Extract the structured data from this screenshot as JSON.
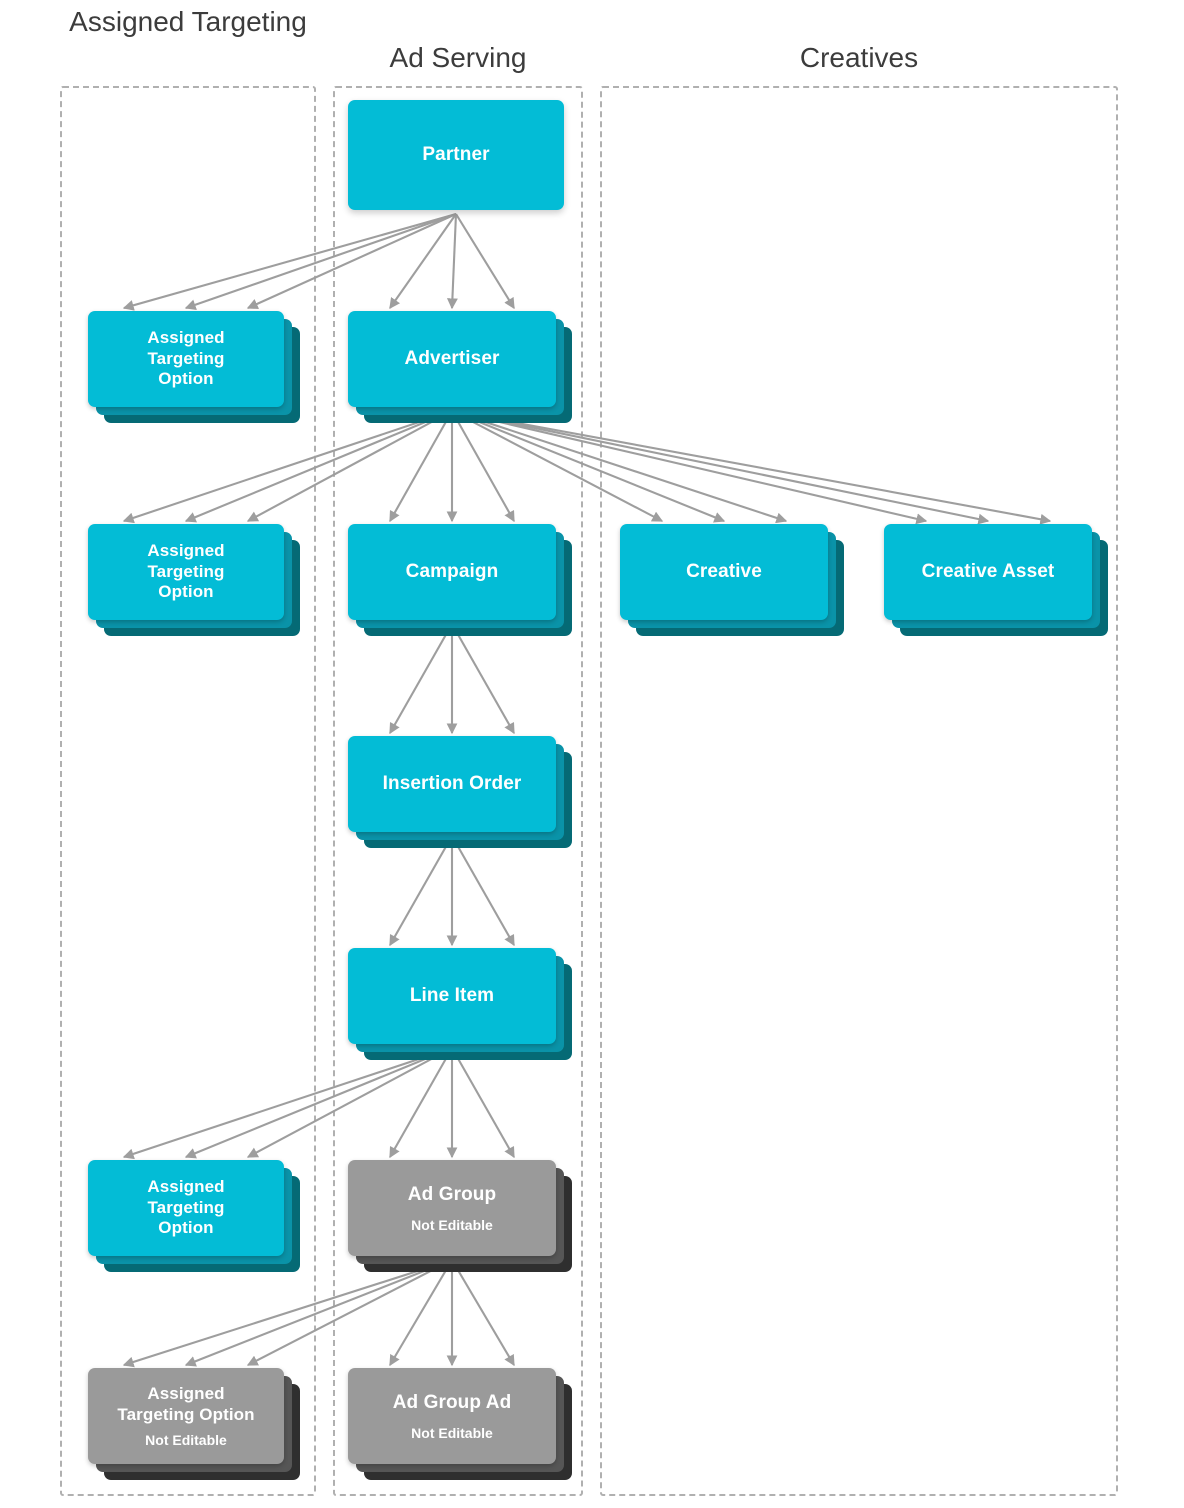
{
  "diagram": {
    "title_columns": [
      {
        "id": "assigned-targeting",
        "label": "Assigned\nTargeting"
      },
      {
        "id": "ad-serving",
        "label": "Ad Serving"
      },
      {
        "id": "creatives",
        "label": "Creatives"
      }
    ],
    "colors": {
      "node_cyan": "#03bcd6",
      "node_cyan_mid": "#0a93a8",
      "node_cyan_back": "#056a75",
      "node_gray": "#9a9a9a",
      "node_gray_mid": "#565656",
      "node_gray_back": "#2f2f2f",
      "edge": "#9e9e9e",
      "lane_border": "#b0b0b0",
      "header_text": "#3c3c3c",
      "node_text": "#ffffff"
    },
    "not_editable_label": "Not Editable",
    "nodes": [
      {
        "id": "partner",
        "title": "Partner",
        "subtitle": "",
        "style": "cyan",
        "stacked": false,
        "column": "ad-serving"
      },
      {
        "id": "ato-partner",
        "title": "Assigned\nTargeting\nOption",
        "subtitle": "",
        "style": "cyan",
        "stacked": true,
        "column": "assigned-targeting"
      },
      {
        "id": "advertiser",
        "title": "Advertiser",
        "subtitle": "",
        "style": "cyan",
        "stacked": true,
        "column": "ad-serving"
      },
      {
        "id": "ato-advertiser",
        "title": "Assigned\nTargeting\nOption",
        "subtitle": "",
        "style": "cyan",
        "stacked": true,
        "column": "assigned-targeting"
      },
      {
        "id": "campaign",
        "title": "Campaign",
        "subtitle": "",
        "style": "cyan",
        "stacked": true,
        "column": "ad-serving"
      },
      {
        "id": "creative",
        "title": "Creative",
        "subtitle": "",
        "style": "cyan",
        "stacked": true,
        "column": "creatives"
      },
      {
        "id": "creative-asset",
        "title": "Creative Asset",
        "subtitle": "",
        "style": "cyan",
        "stacked": true,
        "column": "creatives"
      },
      {
        "id": "insertion-order",
        "title": "Insertion Order",
        "subtitle": "",
        "style": "cyan",
        "stacked": true,
        "column": "ad-serving"
      },
      {
        "id": "line-item",
        "title": "Line Item",
        "subtitle": "",
        "style": "cyan",
        "stacked": true,
        "column": "ad-serving"
      },
      {
        "id": "ato-line-item",
        "title": "Assigned\nTargeting\nOption",
        "subtitle": "",
        "style": "cyan",
        "stacked": true,
        "column": "assigned-targeting"
      },
      {
        "id": "ad-group",
        "title": "Ad Group",
        "subtitle": "Not Editable",
        "style": "gray",
        "stacked": true,
        "column": "ad-serving"
      },
      {
        "id": "ato-ad-group",
        "title": "Assigned\nTargeting Option",
        "subtitle": "Not Editable",
        "style": "gray",
        "stacked": true,
        "column": "assigned-targeting"
      },
      {
        "id": "ad-group-ad",
        "title": "Ad Group Ad",
        "subtitle": "Not Editable",
        "style": "gray",
        "stacked": true,
        "column": "ad-serving"
      }
    ],
    "edges": [
      {
        "from": "partner",
        "to": "ato-partner",
        "multiplicity": 3
      },
      {
        "from": "partner",
        "to": "advertiser",
        "multiplicity": 3
      },
      {
        "from": "advertiser",
        "to": "ato-advertiser",
        "multiplicity": 3
      },
      {
        "from": "advertiser",
        "to": "campaign",
        "multiplicity": 3
      },
      {
        "from": "advertiser",
        "to": "creative",
        "multiplicity": 3
      },
      {
        "from": "advertiser",
        "to": "creative-asset",
        "multiplicity": 3
      },
      {
        "from": "campaign",
        "to": "insertion-order",
        "multiplicity": 3
      },
      {
        "from": "insertion-order",
        "to": "line-item",
        "multiplicity": 3
      },
      {
        "from": "line-item",
        "to": "ato-line-item",
        "multiplicity": 3
      },
      {
        "from": "line-item",
        "to": "ad-group",
        "multiplicity": 3
      },
      {
        "from": "ad-group",
        "to": "ato-ad-group",
        "multiplicity": 3
      },
      {
        "from": "ad-group",
        "to": "ad-group-ad",
        "multiplicity": 3
      }
    ]
  }
}
